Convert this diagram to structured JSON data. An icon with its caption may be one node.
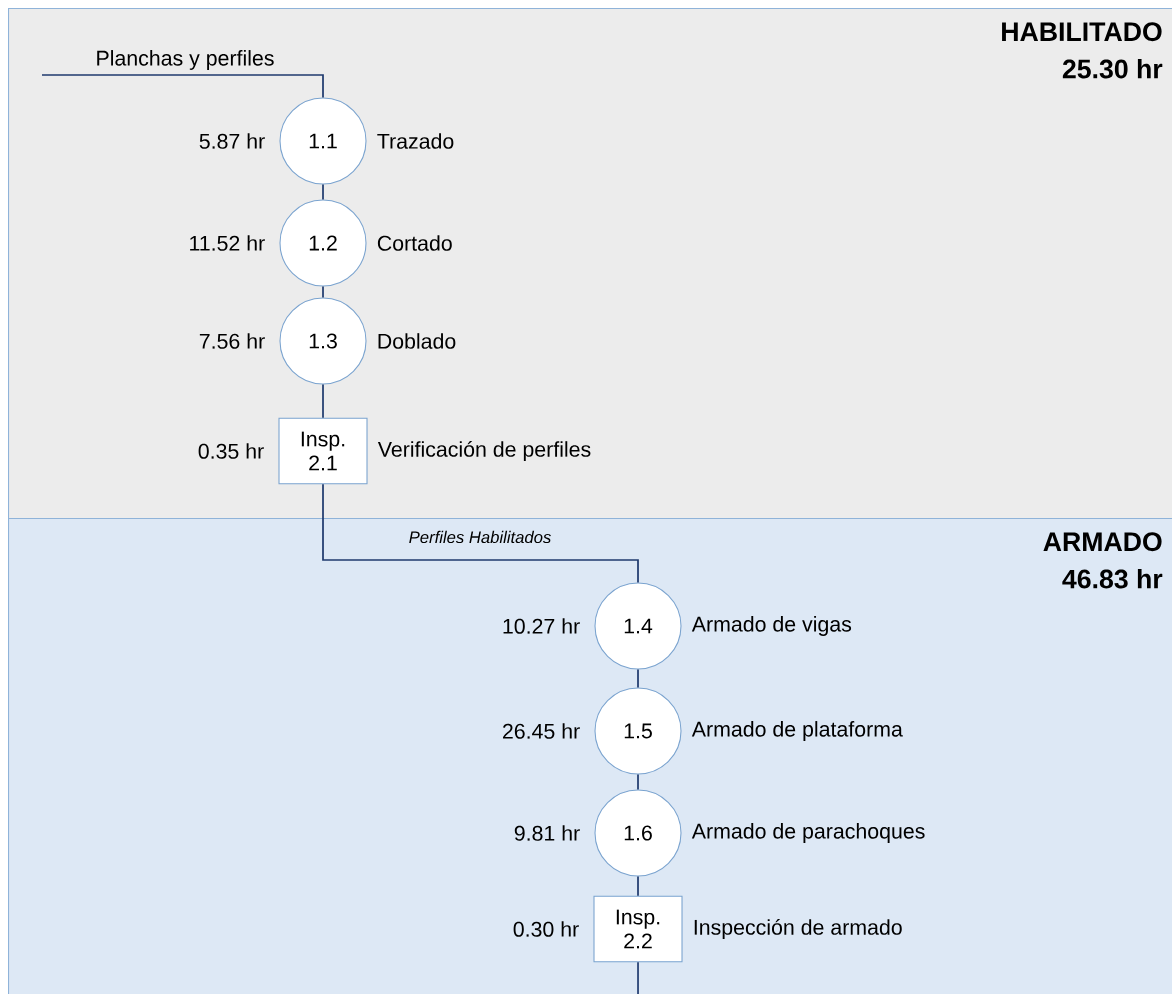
{
  "diagram": {
    "nodes": [
      {
        "text": [
          "HABILITADO",
          "25.30 hr"
        ]
      },
      {
        "text": [
          "ARMADO",
          "46.83 hr"
        ]
      },
      {
        "text": [
          "1.1"
        ],
        "in": 0,
        "beside": [
          "5.87 hr",
          "Trazado"
        ]
      },
      {
        "text": [
          "1.2"
        ],
        "in": 0,
        "beside": [
          "11.52 hr",
          "Cortado"
        ]
      },
      {
        "text": [
          "1.3"
        ],
        "in": 0,
        "beside": [
          "7.56 hr",
          "Doblado"
        ]
      },
      {
        "text": [
          "Insp. 2.1"
        ],
        "in": 0,
        "beside": [
          "0.35 hr",
          "Verificación de perfiles"
        ]
      },
      {
        "text": [
          "1.4"
        ],
        "in": 1,
        "beside": [
          "10.27 hr",
          "Armado de vigas"
        ]
      },
      {
        "text": [
          "1.5"
        ],
        "in": 1,
        "beside": [
          "26.45  hr",
          "Armado de plataforma"
        ]
      },
      {
        "text": [
          "1.6"
        ],
        "in": 1,
        "beside": [
          "9.81 hr",
          "Armado de parachoques"
        ]
      },
      {
        "text": [
          "Insp. 2.2"
        ],
        "in": 1,
        "beside": [
          "0.30 hr",
          "Inspección de armado"
        ]
      }
    ],
    "edges": [
      {
        "from": null,
        "to": 2,
        "arrow": "none",
        "label": "Planchas y perfiles"
      },
      {
        "from": 2,
        "to": 3,
        "arrow": "none"
      },
      {
        "from": 3,
        "to": 4,
        "arrow": "none"
      },
      {
        "from": 4,
        "to": 5,
        "arrow": "none"
      },
      {
        "from": 5,
        "to": 6,
        "arrow": "none",
        "label": "Perfiles Habilitados"
      },
      {
        "from": 6,
        "to": 7,
        "arrow": "none"
      },
      {
        "from": 7,
        "to": 8,
        "arrow": "none"
      },
      {
        "from": 8,
        "to": 9,
        "arrow": "none"
      },
      {
        "from": 9,
        "to": null,
        "arrow": "none"
      }
    ]
  }
}
